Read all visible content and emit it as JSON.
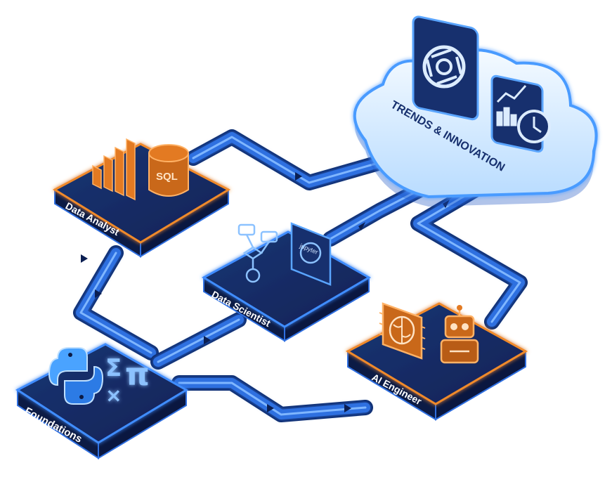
{
  "cloud": {
    "label": "TRENDS & INNOVATION",
    "icons": [
      "openai-logo-icon",
      "analytics-clock-icon"
    ]
  },
  "nodes": {
    "foundations": {
      "label": "Foundations",
      "icons": [
        "python-logo-icon",
        "math-symbols-icon"
      ],
      "glyphs": {
        "sigma": "Σ",
        "pi": "π",
        "times": "×"
      }
    },
    "data_analyst": {
      "label": "Data Analyst",
      "icons": [
        "bar-chart-icon",
        "sql-database-icon"
      ],
      "sql_text": "SQL"
    },
    "data_scientist": {
      "label": "Data Scientist",
      "icons": [
        "flowchart-icon",
        "jupyter-notebook-icon"
      ],
      "jupyter_text": "jupyter"
    },
    "ai_engineer": {
      "label": "AI Engineer",
      "icons": [
        "brain-chip-icon",
        "robot-icon"
      ]
    }
  },
  "colors": {
    "tile_top": "#152a63",
    "tile_side": "#0c1b45",
    "glow_blue": "#3f8dff",
    "accent_orange": "#f08a2c",
    "pipe": "#1d4aa8",
    "cloud": "#d8ecff"
  }
}
